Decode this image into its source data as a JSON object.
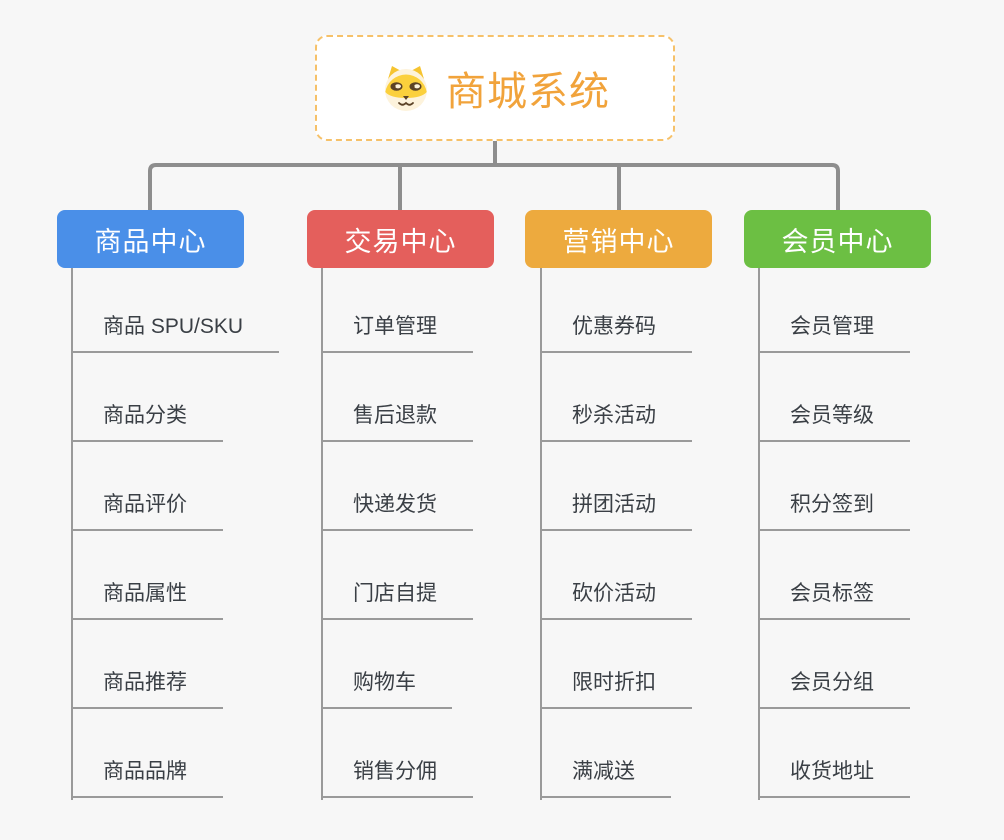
{
  "root": {
    "title": "商城系统",
    "icon": "doge-icon"
  },
  "branches": [
    {
      "label": "商品中心",
      "color": "#4a8fe8",
      "children": [
        "商品 SPU/SKU",
        "商品分类",
        "商品评价",
        "商品属性",
        "商品推荐",
        "商品品牌"
      ]
    },
    {
      "label": "交易中心",
      "color": "#e45f5c",
      "children": [
        "订单管理",
        "售后退款",
        "快递发货",
        "门店自提",
        "购物车",
        "销售分佣"
      ]
    },
    {
      "label": "营销中心",
      "color": "#edaa3e",
      "children": [
        "优惠券码",
        "秒杀活动",
        "拼团活动",
        "砍价活动",
        "限时折扣",
        "满减送"
      ]
    },
    {
      "label": "会员中心",
      "color": "#6cbf43",
      "children": [
        "会员管理",
        "会员等级",
        "积分签到",
        "会员标签",
        "会员分组",
        "收货地址"
      ]
    }
  ],
  "colors": {
    "background": "#f7f7f7",
    "connector": "#8e8e8e",
    "child_line": "#9a9a9a",
    "title": "#f1a33b",
    "root_border": "#f6c169",
    "text": "#3a3f45"
  }
}
